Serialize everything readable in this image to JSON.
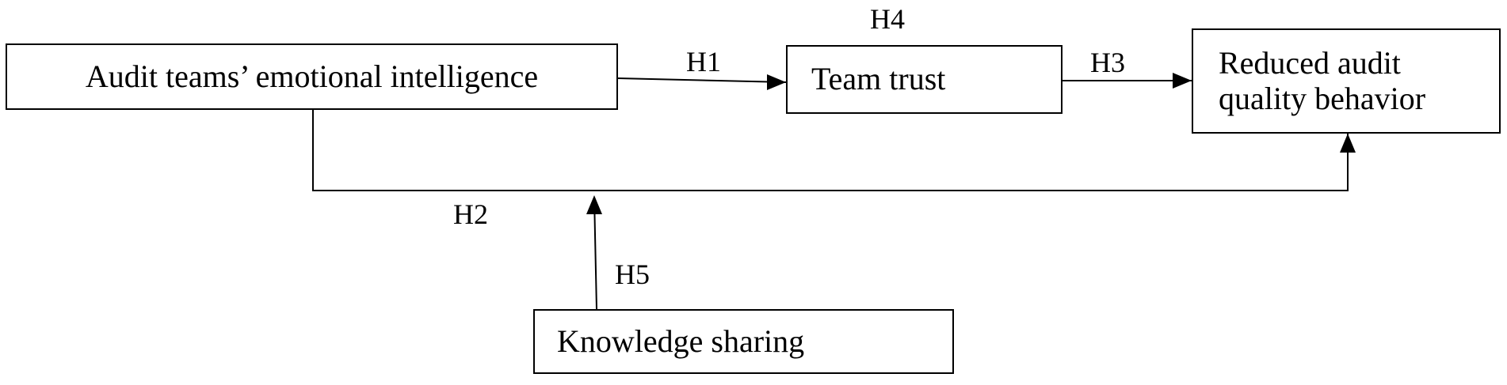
{
  "nodes": {
    "emotional_intelligence": "Audit teams’ emotional intelligence",
    "team_trust": "Team trust",
    "reduced_audit_quality_behavior": [
      "Reduced audit",
      "quality behavior"
    ],
    "knowledge_sharing": "Knowledge sharing"
  },
  "edges": {
    "h1": "H1",
    "h2": "H2",
    "h3": "H3",
    "h4": "H4",
    "h5": "H5"
  },
  "colors": {
    "stroke": "#000000",
    "background": "#ffffff"
  }
}
